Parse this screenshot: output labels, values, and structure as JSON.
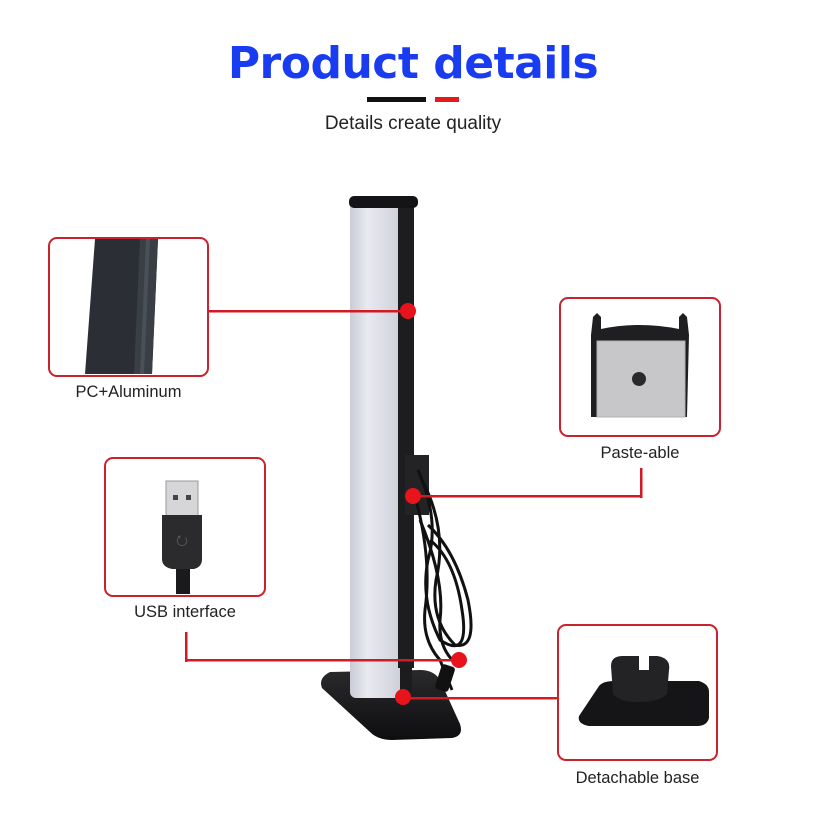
{
  "header": {
    "title": "Product details",
    "subtitle": "Details create quality",
    "divider_colors": {
      "left": "#111111",
      "right": "#e41b1b"
    }
  },
  "colors": {
    "title_blue": "#1a3cf0",
    "callout_red": "#c8232c",
    "dot_red": "#e8141c"
  },
  "callouts": [
    {
      "id": "material",
      "label": "PC+Aluminum",
      "image": "aluminum-profile-closeup"
    },
    {
      "id": "adhesive",
      "label": "Paste-able",
      "image": "adhesive-back-plate"
    },
    {
      "id": "usb",
      "label": "USB interface",
      "image": "usb-a-connector"
    },
    {
      "id": "base",
      "label": "Detachable base",
      "image": "black-stand-base"
    }
  ],
  "product": {
    "name": "LED light bar with stand",
    "image": "light-bar-tower"
  }
}
